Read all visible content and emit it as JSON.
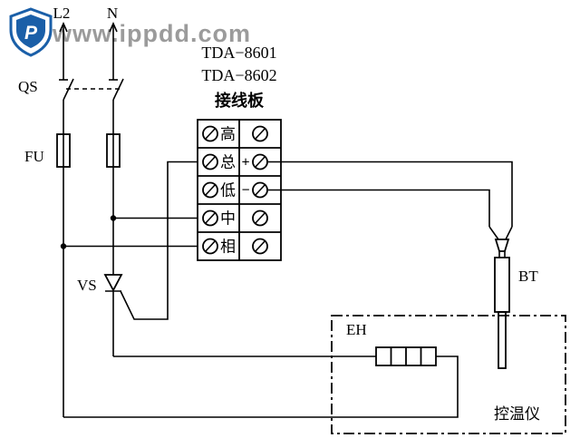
{
  "watermark": {
    "site": "www.ippdd.com",
    "logo_letter": "P"
  },
  "supply": {
    "l2": "L2",
    "n": "N"
  },
  "components": {
    "qs": "QS",
    "fu": "FU",
    "vs": "VS",
    "bt": "BT",
    "eh": "EH",
    "furnace": "控温仪"
  },
  "board": {
    "model_1": "TDA−8601",
    "model_2": "TDA−8602",
    "title": "接线板",
    "rows": [
      {
        "name": "高",
        "polarity": ""
      },
      {
        "name": "总",
        "polarity": "+"
      },
      {
        "name": "低",
        "polarity": "−"
      },
      {
        "name": "中",
        "polarity": ""
      },
      {
        "name": "相",
        "polarity": ""
      }
    ]
  },
  "colors": {
    "logo_blue": "#1a5fa8",
    "watermark_gray": "#9b9b9b",
    "line_black": "#000000"
  }
}
